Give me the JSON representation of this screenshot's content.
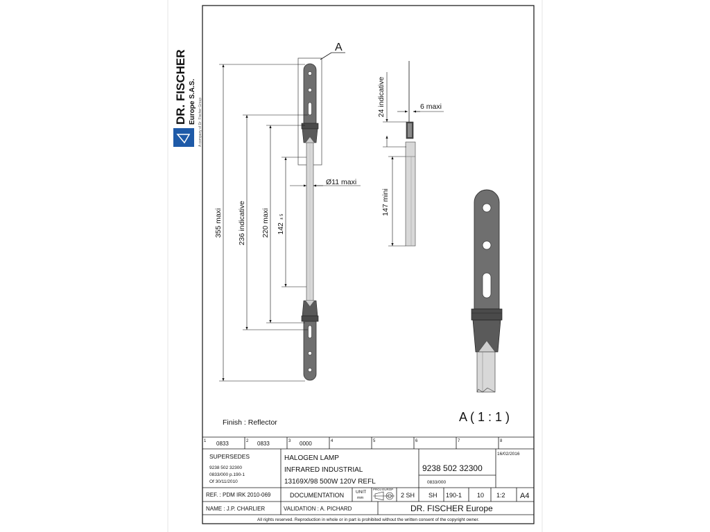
{
  "logo": {
    "brand": "DR. FISCHER",
    "entity": "Europe S.A.S.",
    "tagline": "A company of Dr. Fischer Group",
    "brand_color": "#1e5aa8"
  },
  "drawing": {
    "detail_label": "A",
    "dims": {
      "overall": "355 maxi",
      "indicative_236": "236 indicative",
      "maxi_220": "220 maxi",
      "length_142": "142",
      "tolerance_142": "± 5",
      "diameter": "Ø11 maxi",
      "indicative_24": "24 indicative",
      "maxi_6": "6 maxi",
      "mini_147": "147 mini"
    },
    "detail_view": "A ( 1 : 1 )",
    "finish": "Finish : Reflector",
    "lamp_color": "#6f6f6f",
    "tube_color": "#d8d8d8"
  },
  "title_block": {
    "zones": [
      "1",
      "2",
      "3",
      "4",
      "5",
      "6",
      "7",
      "8"
    ],
    "codes": [
      "0833",
      "0833",
      "0000"
    ],
    "supersedes_label": "SUPERSEDES",
    "supersedes_lines": [
      "9238 502 32300",
      "0833/000 p.190-1",
      "Of 30/11/2010"
    ],
    "description": [
      "HALOGEN LAMP",
      "INFRARED INDUSTRIAL",
      "13169X/98 500W 120V REFL"
    ],
    "part_number": "9238 502 32300",
    "part_sub": "0833/000",
    "date": "16/02/2016",
    "ref": "REF. : PDM IRK 2010-069",
    "documentation": "DOCUMENTATION",
    "unit_label": "UNIT",
    "unit_value": "mm",
    "projection": "PROJ EUROP",
    "sheets": "2 SH",
    "sheet_label": "SH",
    "sheet_value": "190-1",
    "revision": "10",
    "scale": "1:2",
    "format": "A4",
    "name": "NAME : J.P. CHARLIER",
    "validation": "VALIDATION : A. PICHARD",
    "company": "DR. FISCHER Europe",
    "copyright": "All rights reserved. Reproduction in whole or in part is prohibited without the written consent of the copyright owner."
  }
}
